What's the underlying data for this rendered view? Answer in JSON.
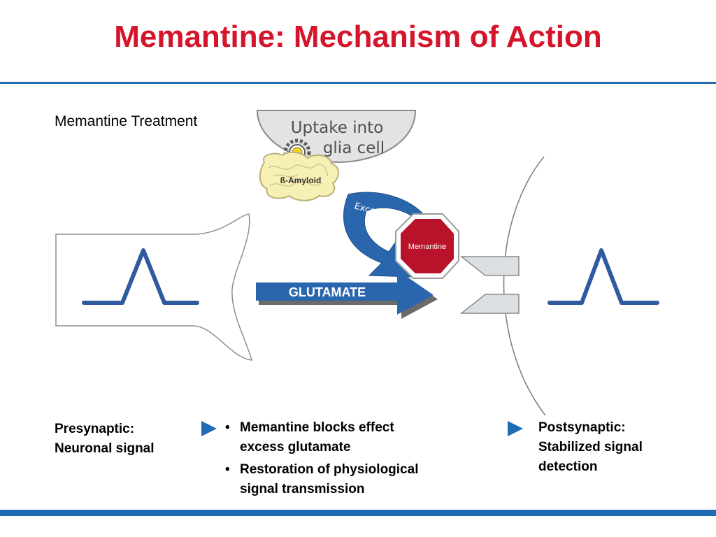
{
  "slide": {
    "title": "Memantine: Mechanism of Action",
    "subtitle": "Memantine Treatment"
  },
  "diagram": {
    "glia": [
      "Uptake into",
      "glia cell"
    ],
    "amyloid": "ß-Amyloid",
    "excess": "Excess glut",
    "stop_sign": "Memantine",
    "arrow": "GLUTAMATE"
  },
  "footer": {
    "presynaptic": [
      "Presynaptic:",
      "Neuronal signal"
    ],
    "bullets": [
      [
        "Memantine blocks effect",
        "excess  glutamate"
      ],
      [
        "Restoration of physiological",
        "signal transmission"
      ]
    ],
    "postsynaptic": [
      "Postsynaptic:",
      "Stabilized signal",
      "detection"
    ]
  },
  "colors": {
    "title": "#d4152c",
    "accent_blue": "#1f6cb4",
    "arrow_blue": "#2a66ad",
    "stop_red": "#b8132a",
    "amyloid_fill": "#f6f0b4",
    "glia_fill": "#e3e3e3",
    "receptor_fill": "#dcdfe2"
  }
}
